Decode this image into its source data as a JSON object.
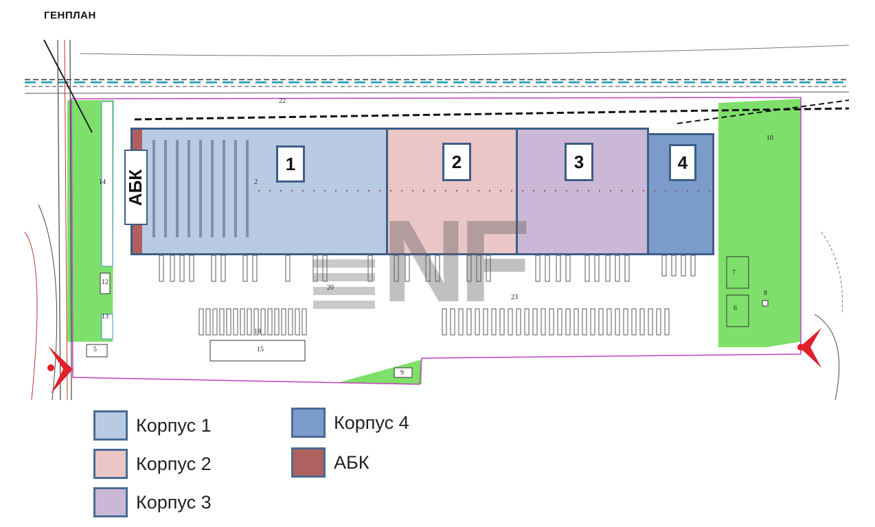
{
  "title": "ГЕНПЛАН",
  "buildings": [
    {
      "label": "1",
      "color": "#b8cbe3"
    },
    {
      "label": "2",
      "color": "#ebc6c7"
    },
    {
      "label": "3",
      "color": "#cbb8d6"
    },
    {
      "label": "4",
      "color": "#7b9ccb"
    }
  ],
  "abk": {
    "label": "АБК",
    "color": "#b0605f"
  },
  "site_labels": {
    "n2": "2",
    "n5": "5",
    "n6": "6",
    "n7": "7",
    "n8": "8",
    "n9": "9",
    "n10": "10",
    "n12": "12",
    "n13": "13",
    "n14": "14",
    "n15": "15",
    "n18": "18",
    "n20": "20",
    "n22": "22",
    "n23": "23"
  },
  "legend": [
    {
      "label": "Корпус 1",
      "color": "#b8cbe3"
    },
    {
      "label": "Корпус 2",
      "color": "#ebc6c7"
    },
    {
      "label": "Корпус 3",
      "color": "#cbb8d6"
    },
    {
      "label": "Корпус 4",
      "color": "#7b9ccb"
    },
    {
      "label": "АБК",
      "color": "#b0605f"
    }
  ],
  "watermark": "NF",
  "colors": {
    "green_zone": "#7ee06a",
    "outline": "#3c5d86",
    "boundary": "#c040c0",
    "marker": "#e0202a"
  }
}
